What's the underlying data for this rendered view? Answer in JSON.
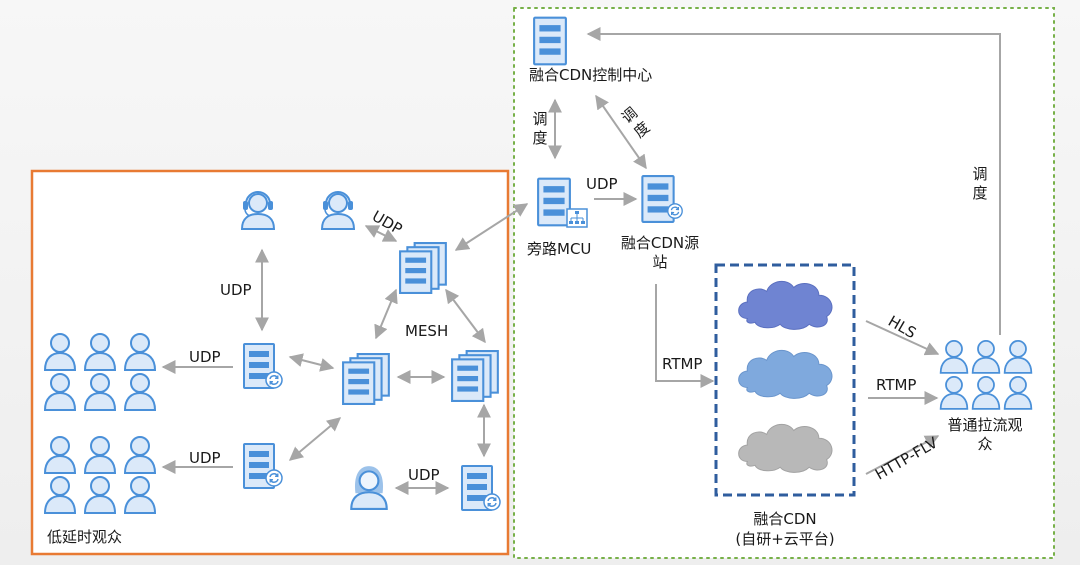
{
  "groups": {
    "low_latency_title": "低延时观众",
    "cdn_title": "融合CDN",
    "cdn_subtitle": "(自研+云平台)"
  },
  "nodes": {
    "control_center": "融合CDN控制中心",
    "mcu": "旁路MCU",
    "origin": "融合CDN源站",
    "viewers": "普通拉流观众",
    "mesh": "MESH"
  },
  "edges": {
    "udp": "UDP",
    "rtmp": "RTMP",
    "hls": "HLS",
    "http_flv": "HTTP-FLV",
    "dispatch": "调度"
  },
  "colors": {
    "orange_border": "#e87a33",
    "green_border": "#77b048",
    "blue_border": "#2f5d9e",
    "icon_blue": "#4a90d9",
    "icon_fill": "#dbe9f9",
    "arrow_gray": "#a6a6a6",
    "cloud_purple": "#6f84d2",
    "cloud_blue": "#7fa9dd",
    "cloud_gray": "#b8b8b8"
  }
}
